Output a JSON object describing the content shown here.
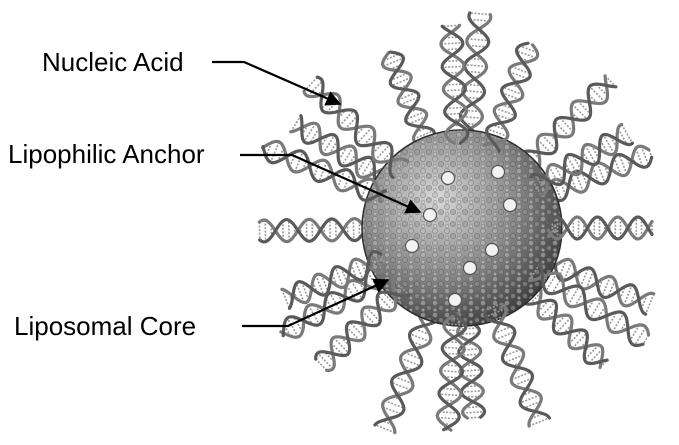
{
  "labels": {
    "nucleic_acid": "Nucleic Acid",
    "lipophilic_anchor": "Lipophilic Anchor",
    "liposomal_core": "Liposomal Core"
  },
  "colors": {
    "background": "#ffffff",
    "text": "#000000",
    "arrow": "#000000",
    "core_light": "#d6d6d6",
    "core_dark": "#3a3a3a",
    "strand": "#6e6e6e",
    "anchor_head": "#f2f2f2"
  }
}
